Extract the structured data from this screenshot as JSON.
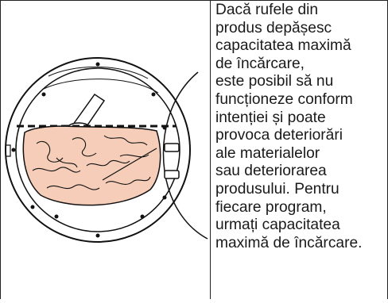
{
  "warning": {
    "lines": [
      "Dacă rufele din",
      "produs depășesc",
      "capacitatea maximă",
      "de încărcare,",
      "este posibil să nu",
      "funcționeze conform",
      "intenției și poate",
      "provoca deteriorări",
      "ale materialelor",
      "sau deteriorarea",
      "produsului. Pentru",
      "fiecare program,",
      "urmați capacitatea",
      "maximă de încărcare."
    ]
  },
  "illustration": {
    "icon": "dryer-drum-overload-icon",
    "laundry_color": "#f5cdb8"
  }
}
